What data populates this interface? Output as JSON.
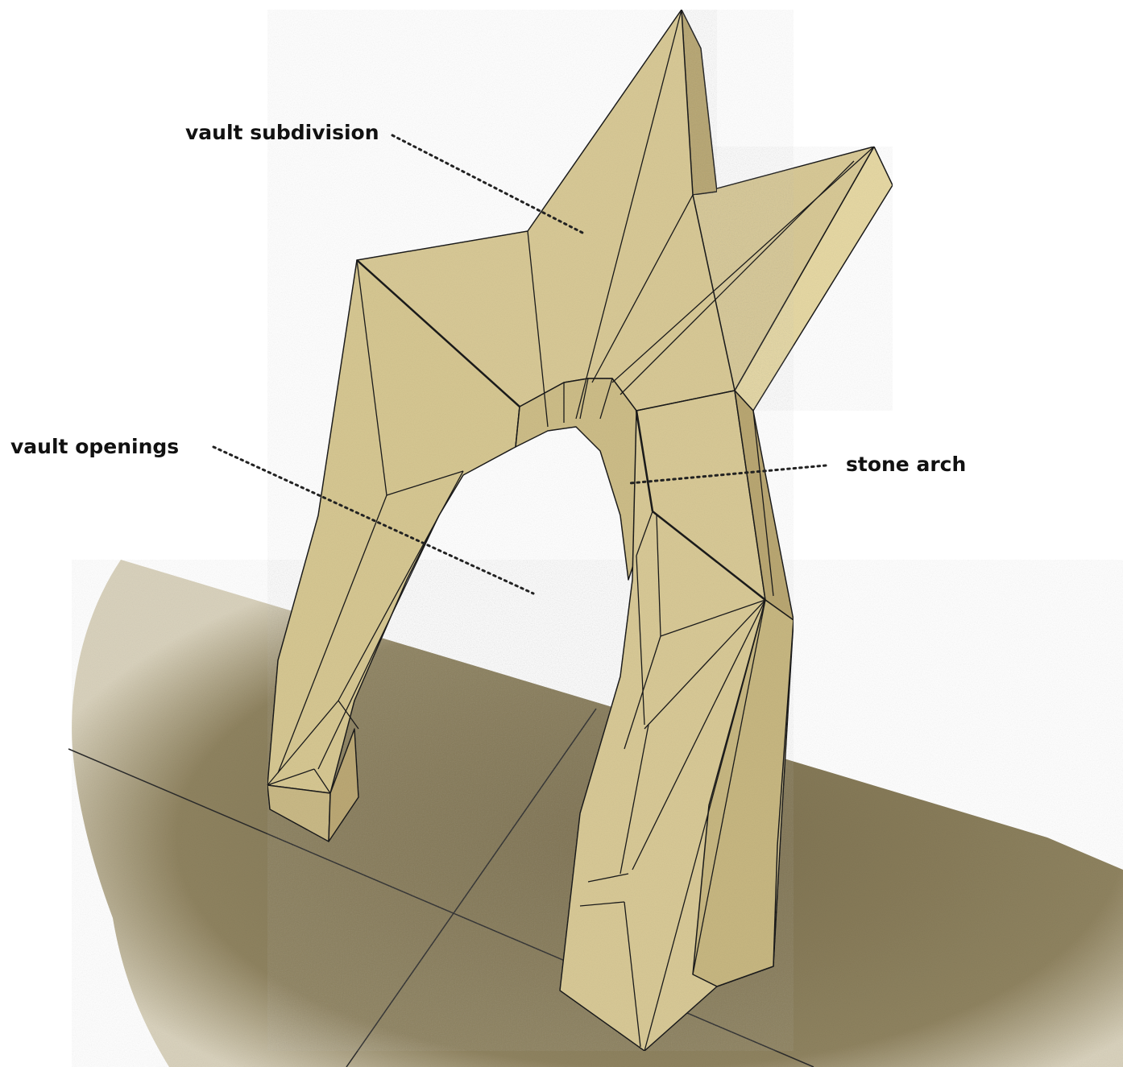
{
  "colors": {
    "stone": "#d8c996",
    "stone_dark": "#bfae78",
    "stone_shadow": "#a39263",
    "ground": "#8a7d58",
    "ground_light": "#b3a682",
    "edge": "#1a1a1a",
    "leader": "#222222"
  },
  "labels": {
    "vault_subdivision": "vault subdivision",
    "vault_openings": "vault openings",
    "stone_arch": "stone arch"
  }
}
